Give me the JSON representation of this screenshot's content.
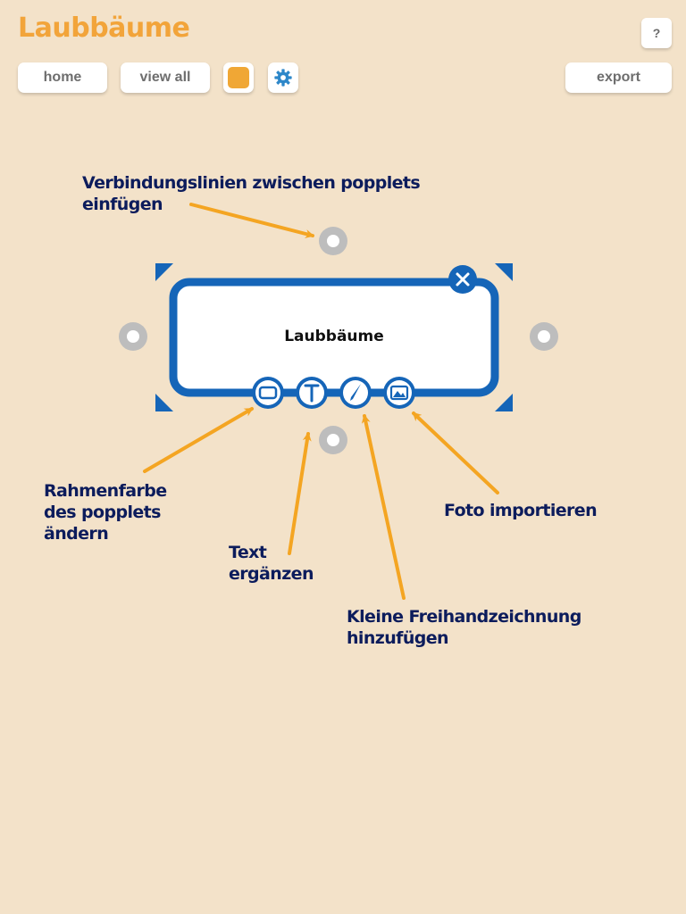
{
  "app": {
    "title": "Laubbäume"
  },
  "toolbar": {
    "home_label": "home",
    "view_all_label": "view all",
    "export_label": "export",
    "help_label": "?",
    "color_swatch": "#f0a735",
    "settings_icon": "gear-icon"
  },
  "popplet": {
    "label": "Laubbäume",
    "frame_color": "#1565b8",
    "handle_color": "#bdbdbd",
    "tools": [
      "frame-color-icon",
      "text-icon",
      "pencil-icon",
      "photo-icon"
    ]
  },
  "annotations": {
    "connect": [
      "Verbindungslinien zwischen popplets",
      "einfügen"
    ],
    "frame": [
      "Rahmenfarbe",
      "des popplets",
      "ändern"
    ],
    "text": [
      "Text",
      "ergänzen"
    ],
    "photo": [
      "Foto importieren"
    ],
    "draw": [
      "Kleine Freihandzeichnung",
      "hinzufügen"
    ],
    "arrow_color": "#f4a522"
  }
}
